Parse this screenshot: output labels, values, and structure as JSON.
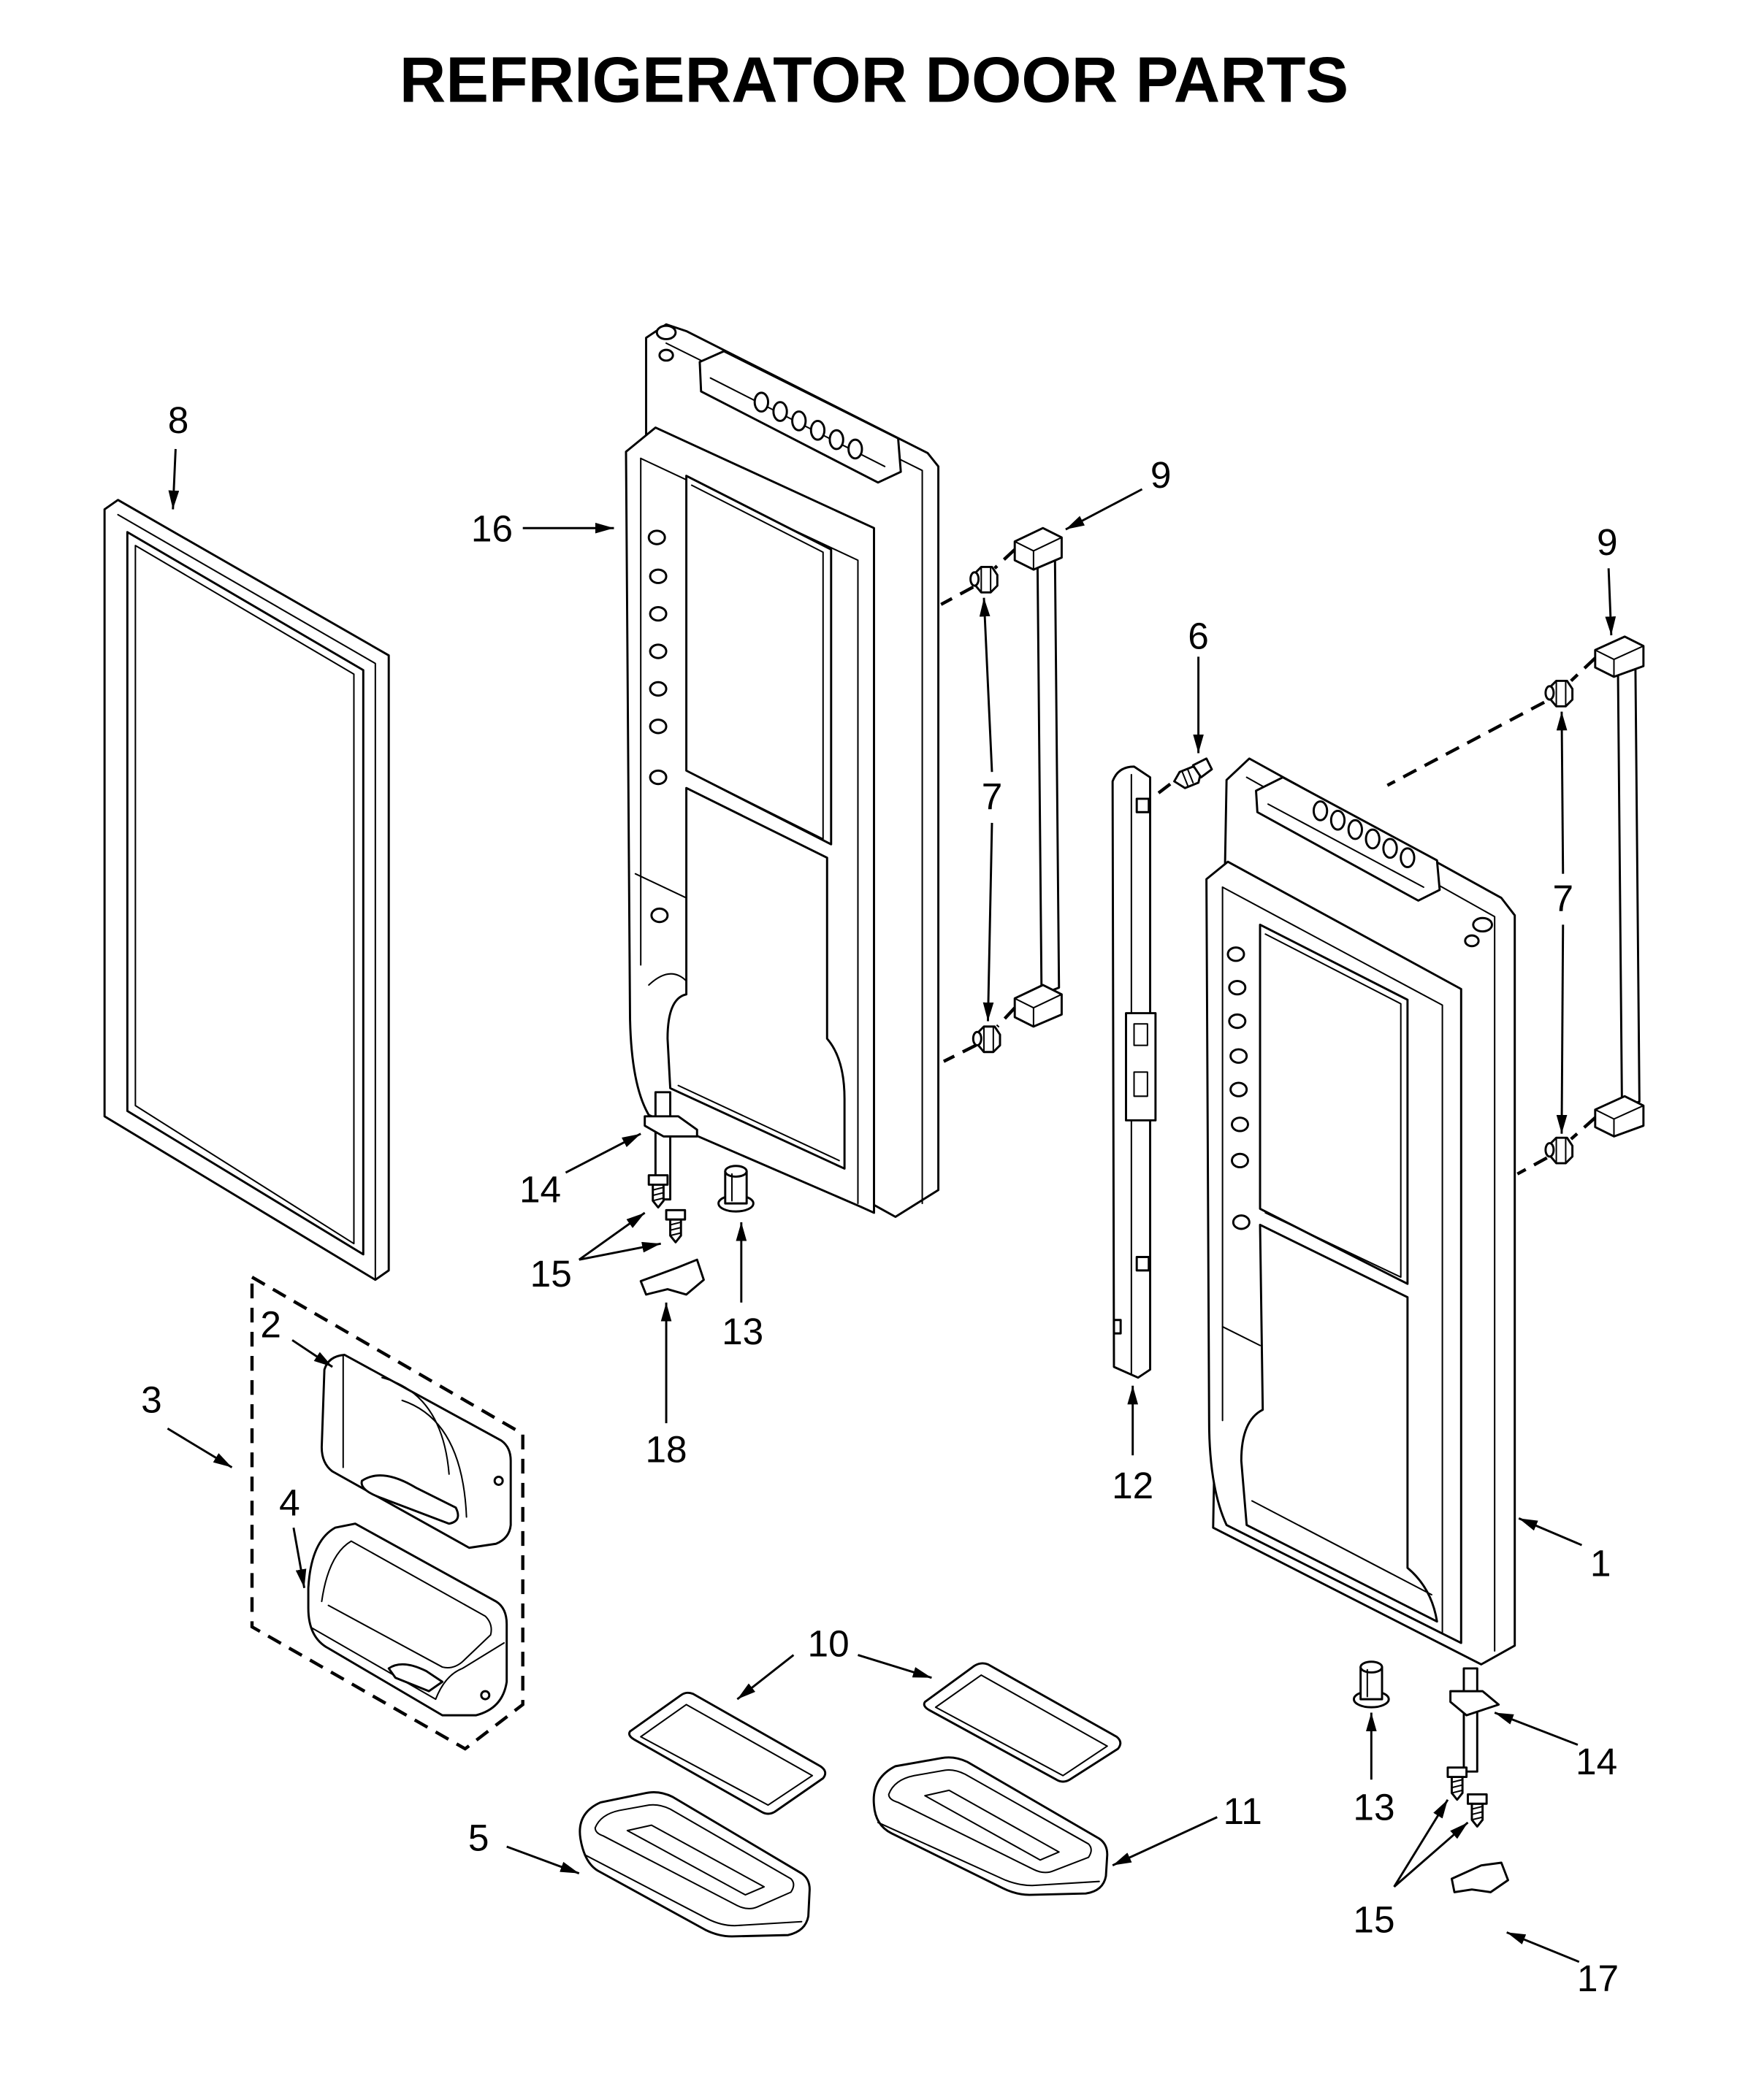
{
  "title": "REFRIGERATOR DOOR PARTS",
  "callouts": [
    "8",
    "16",
    "9",
    "9",
    "6",
    "7",
    "7",
    "14",
    "15",
    "13",
    "18",
    "2",
    "3",
    "4",
    "12",
    "1",
    "10",
    "5",
    "11",
    "13",
    "14",
    "15",
    "17"
  ]
}
